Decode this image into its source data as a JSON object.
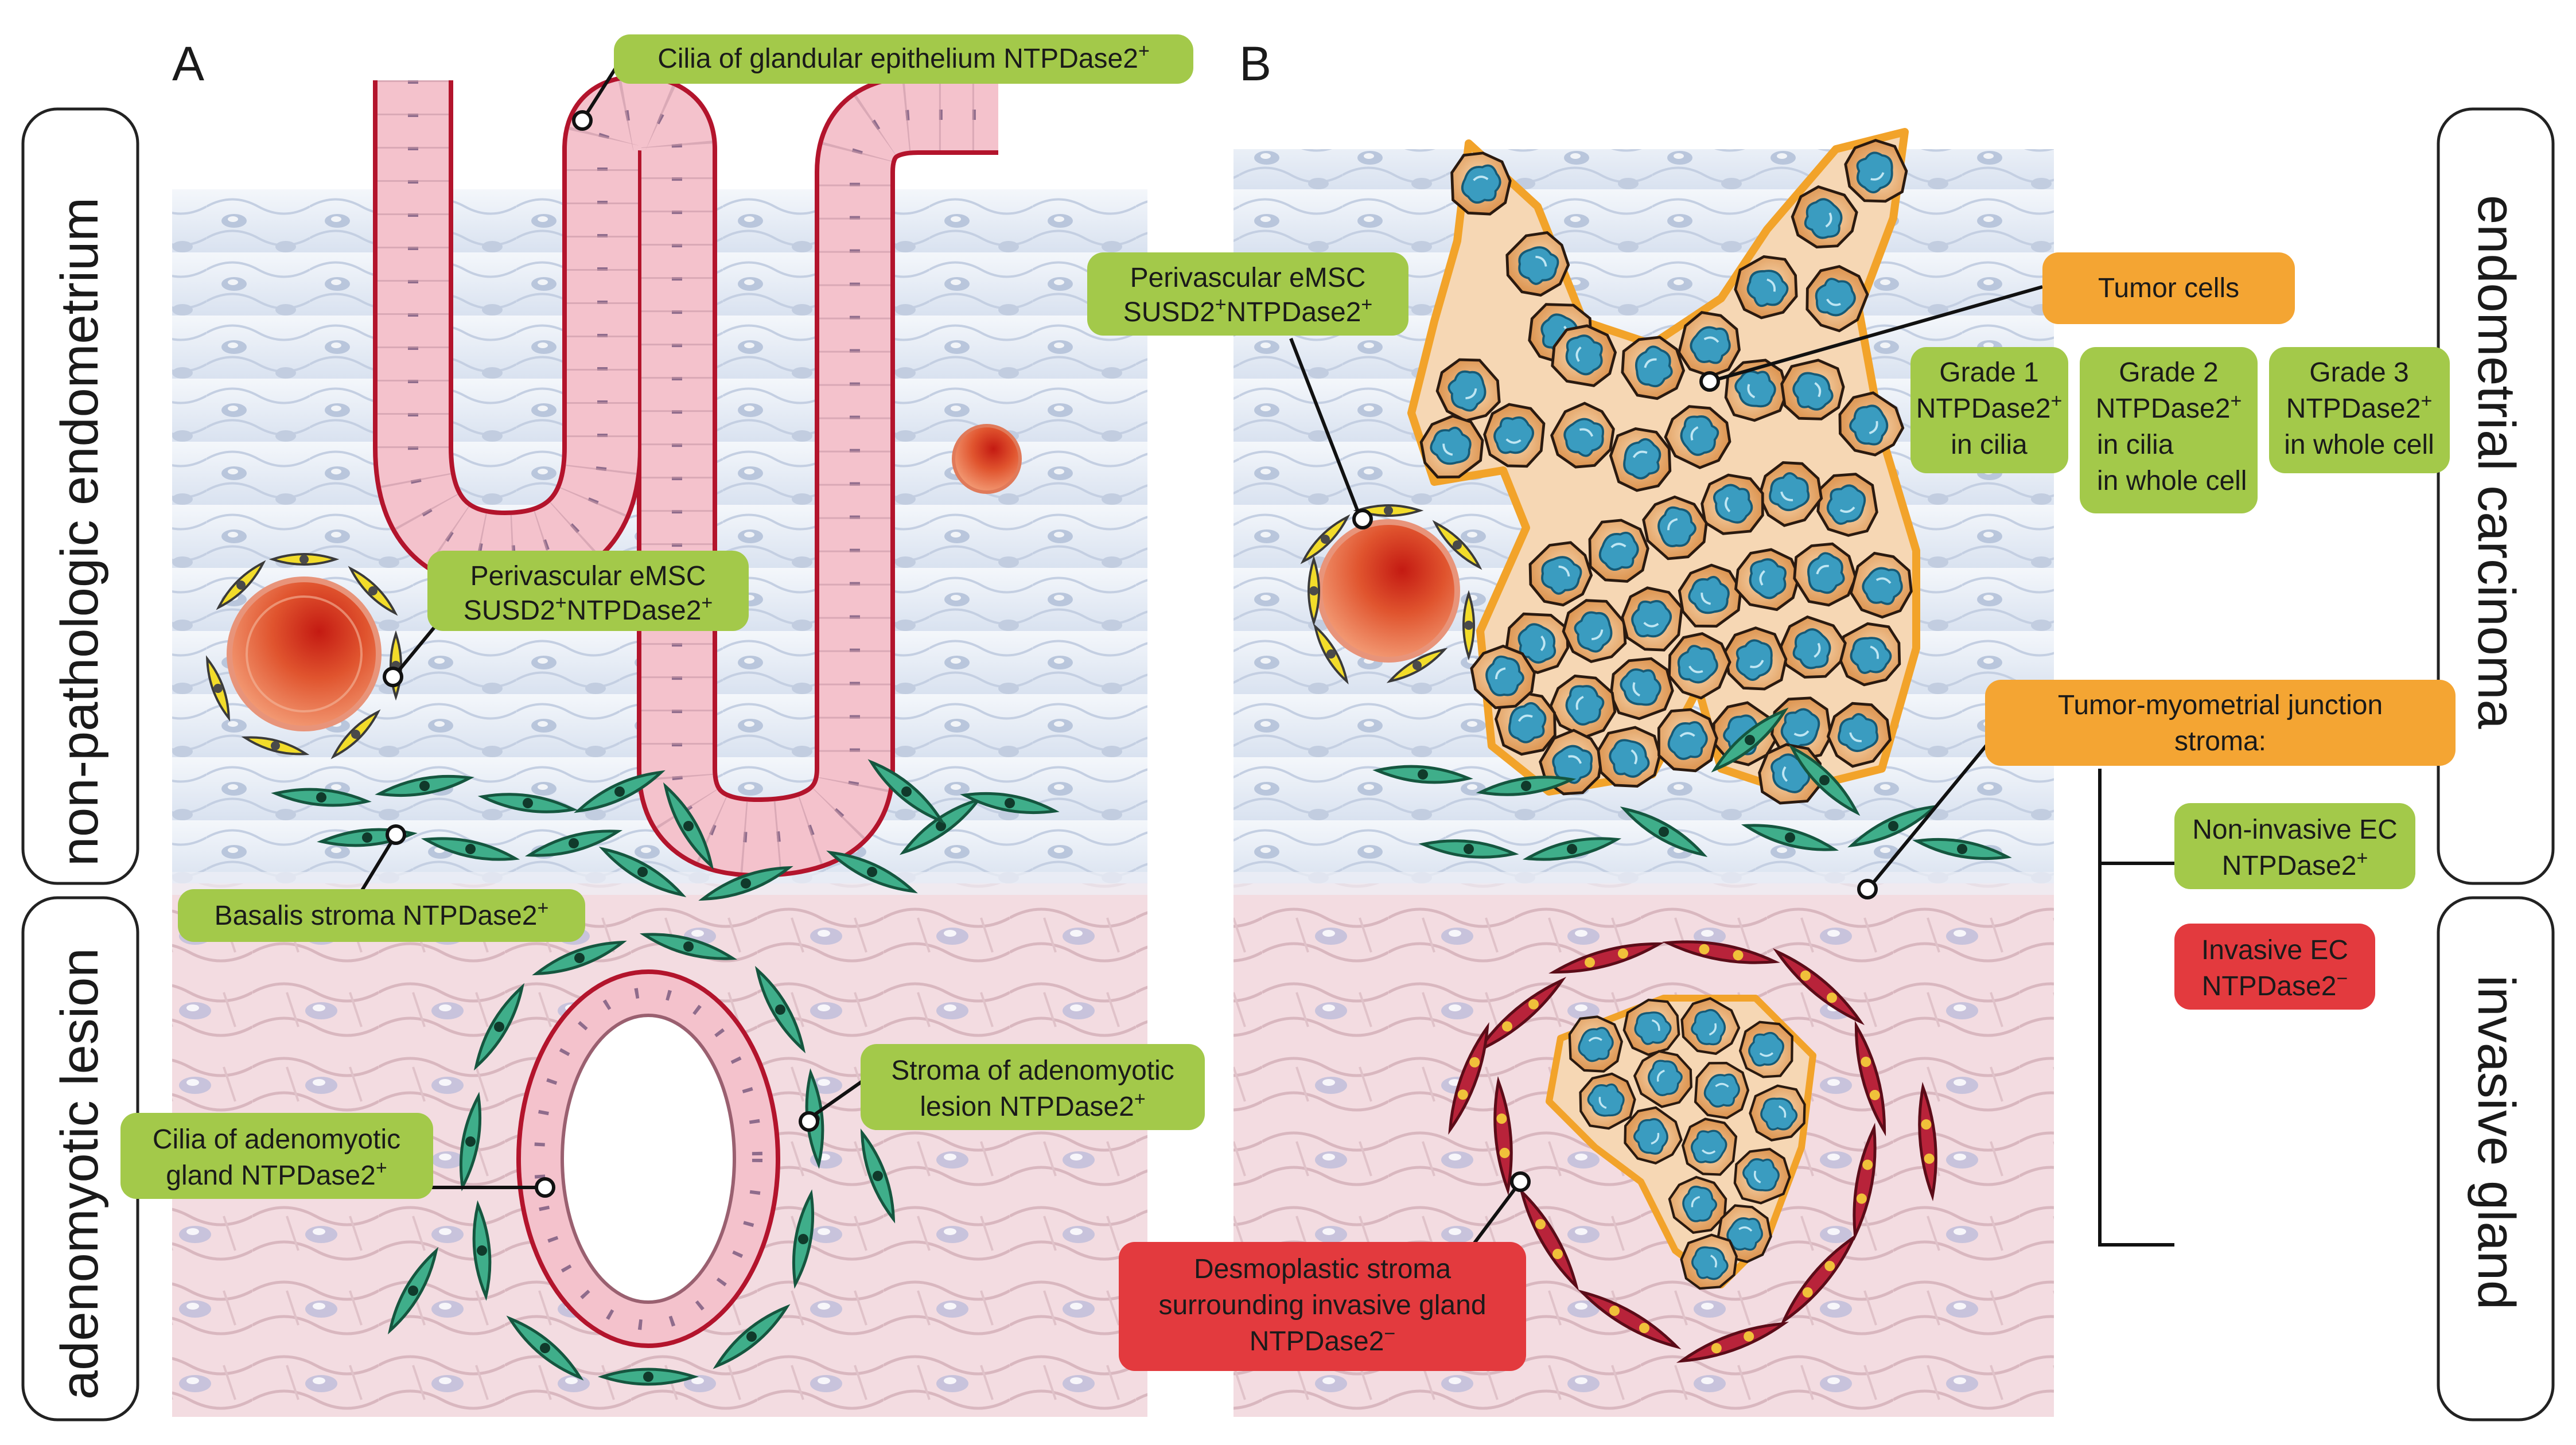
{
  "panels": {
    "a": "A",
    "b": "B"
  },
  "side_labels": {
    "left_top": "non-pathologic endometrium",
    "left_bottom": "adenomyotic lesion",
    "right_top": "endometrial carcinoma",
    "right_bottom": "invasive gland"
  },
  "labels": {
    "cilia_glandular": {
      "text": "Cilia of glandular epithelium NTPDase2",
      "sup": "+"
    },
    "perivascular_a_l1": "Perivascular eMSC",
    "perivascular_a_l2a": "SUSD2",
    "perivascular_a_l2b": "NTPDase2",
    "perivascular_a_sup1": "+",
    "perivascular_a_sup2": "+",
    "basalis": {
      "text": "Basalis stroma NTPDase2",
      "sup": "+"
    },
    "cilia_adeno_l1": "Cilia of adenomyotic",
    "cilia_adeno_l2": "gland NTPDase2",
    "cilia_adeno_sup": "+",
    "stroma_adeno_l1": "Stroma of adenomyotic",
    "stroma_adeno_l2": "lesion NTPDase2",
    "stroma_adeno_sup": "+",
    "perivascular_b_l1": "Perivascular eMSC",
    "perivascular_b_l2a": "SUSD2",
    "perivascular_b_l2b": "NTPDase2",
    "perivascular_b_sup1": "+",
    "perivascular_b_sup2": "+",
    "tumor_cells": "Tumor cells",
    "grade1_l1": "Grade 1",
    "grade1_l2": "NTPDase2",
    "grade1_sup": "+",
    "grade1_l3": "in cilia",
    "grade2_l1": "Grade 2",
    "grade2_l2": "NTPDase2",
    "grade2_sup": "+",
    "grade2_l3": "in cilia",
    "grade2_l4": "in whole cell",
    "grade3_l1": "Grade 3",
    "grade3_l2": "NTPDase2",
    "grade3_sup": "+",
    "grade3_l3": "in whole cell",
    "tmj_l1": "Tumor-myometrial junction",
    "tmj_l2": "stroma:",
    "noninvasive_l1": "Non-invasive EC",
    "noninvasive_l2": "NTPDase2",
    "noninvasive_sup": "+",
    "invasive_l1": "Invasive EC",
    "invasive_l2": "NTPDase2",
    "invasive_sup": "−",
    "desmo_l1": "Desmoplastic stroma",
    "desmo_l2": "surrounding invasive gland",
    "desmo_l3": "NTPDase2",
    "desmo_sup": "−"
  },
  "colors": {
    "green_box": "#a3c94a",
    "orange_box": "#f4a533",
    "red_box": "#e33a3e",
    "stroma_blue": "#dfe6f2",
    "myometrium_pink": "#f3d6dc",
    "epithelium_pink": "#f4c2cc",
    "spindle_green": "#3fae8a",
    "tumor_orange": "#e8a35c",
    "tumor_nucleus": "#3a9cc0",
    "vessel_red": "#d94b2b",
    "desmo_red": "#b8233a"
  },
  "icons": [
    "gland-icon",
    "vessel-icon",
    "tumor-cell-icon",
    "spindle-cell-icon"
  ]
}
